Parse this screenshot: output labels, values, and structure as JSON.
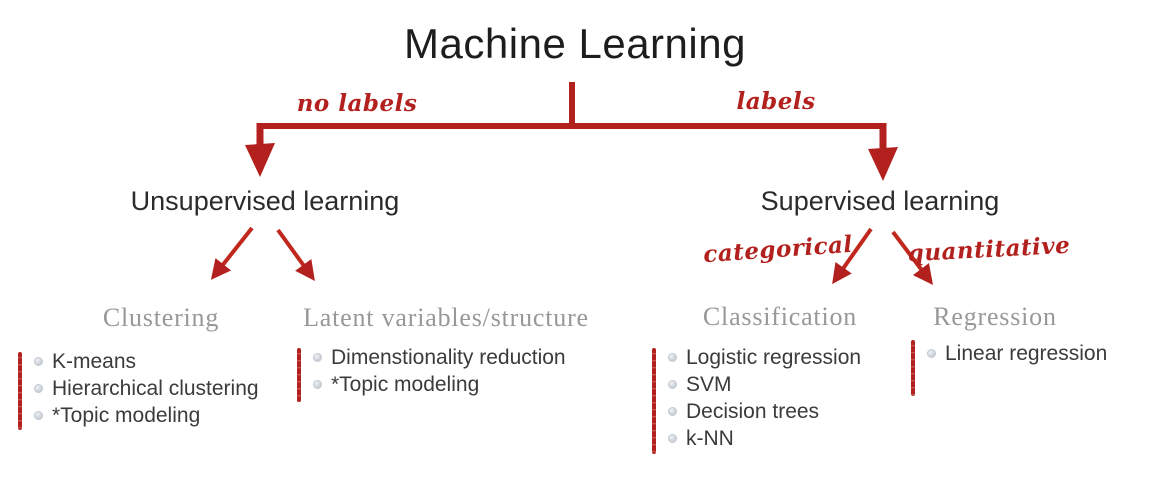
{
  "diagram": {
    "title": "Machine Learning",
    "edges": {
      "unsupervised": "no labels",
      "supervised": "labels",
      "classification": "categorical",
      "regression": "quantitative"
    },
    "unsupervised": {
      "heading": "Unsupervised learning"
    },
    "supervised": {
      "heading": "Supervised learning"
    },
    "categories": {
      "clustering": {
        "heading": "Clustering",
        "items": [
          "K-means",
          "Hierarchical clustering",
          "*Topic modeling"
        ]
      },
      "latent": {
        "heading": "Latent variables/structure",
        "items": [
          "Dimenstionality reduction",
          "*Topic modeling"
        ]
      },
      "classification": {
        "heading": "Classification",
        "items": [
          "Logistic regression",
          "SVM",
          "Decision trees",
          "k-NN"
        ]
      },
      "regression": {
        "heading": "Regression",
        "items": [
          "Linear regression"
        ]
      }
    },
    "colors": {
      "accent_red": "#b3211e",
      "heading_gray": "#989898",
      "item_text": "#3b3b3b",
      "title_black": "#1d1d1d"
    }
  }
}
